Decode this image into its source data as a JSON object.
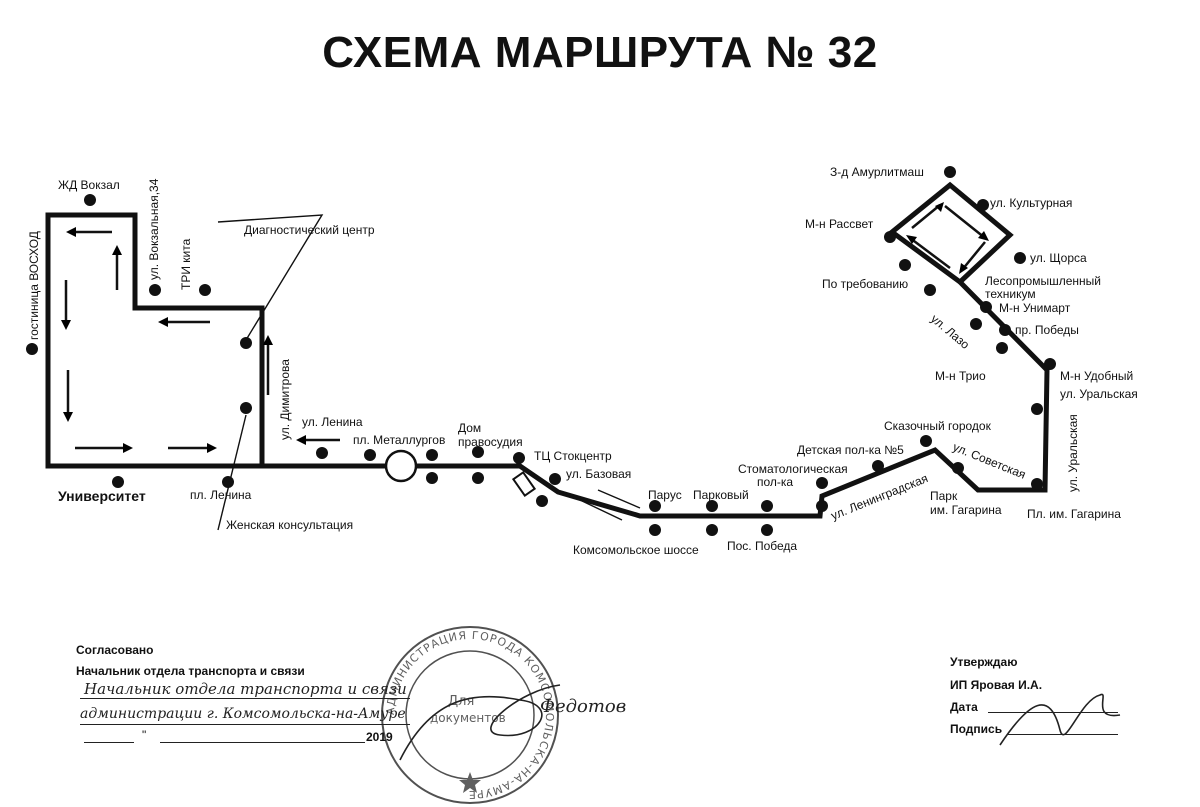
{
  "title": "СХЕМА МАРШРУТА № 32",
  "stops": {
    "zhd_vokzal": "ЖД Вокзал",
    "vokzalnaya": "ул. Вокзальная,34",
    "tri_kita": "ТРИ кита",
    "diag_center": "Диагностический центр",
    "voshod": "гостиница ВОСХОД",
    "dimitrova": "ул. Димитрова",
    "lenina_street": "ул. Ленина",
    "universitet": "Университет",
    "pl_lenina": "пл. Ленина",
    "zhensk": "Женская консультация",
    "metallurgov": "пл. Металлургов",
    "dom_pravosudia_1": "Дом",
    "dom_pravosudia_2": "правосудия",
    "tc_stokcentr": "ТЦ Стокцентр",
    "bazovaya": "ул. Базовая",
    "parus": "Парус",
    "parkoviy": "Парковый",
    "komsomolskoe": "Комсомольское шоссе",
    "pos_pobeda": "Пос. Победа",
    "stomat_1": "Стоматологическая",
    "stomat_2": "пол-ка",
    "detskaya": "Детская пол-ка №5",
    "leningradskaya": "ул. Ленинградская",
    "skazochny": "Сказочный городок",
    "sovetskaya": "ул. Советская",
    "park_gagarina_1": "Парк",
    "park_gagarina_2": "им. Гагарина",
    "pl_gagarina": "Пл. им. Гагарина",
    "uralskaya_v": "ул. Уральская",
    "uralskaya": "ул. Уральская",
    "udobny": "М-н Удобный",
    "trio": "М-н Трио",
    "lazo": "ул. Лазо",
    "pr_pobedy": "пр. Победы",
    "unimart": "М-н Унимарт",
    "lesoprom_1": "Лесопромышленный",
    "lesoprom_2": "техникум",
    "po_trebovaniyu": "По требованию",
    "rassvet": "М-н Рассвет",
    "amurlitmash": "З-д Амурлитмаш",
    "kulturnaya": "ул. Культурная",
    "shchorsa": "ул. Щорса"
  },
  "footer": {
    "agreed": "Согласовано",
    "head_transport": "Начальник отдела транспорта и связи",
    "hand_line1": "Начальник отдела транспорта и связи",
    "hand_line2": "администрации г. Комсомольска-на-Амуре",
    "hand_name": "Федотов",
    "date_quote": "\"",
    "year": "2019",
    "approve": "Утверждаю",
    "ip_name": "ИП Яровая И.А.",
    "date_label": "Дата",
    "sign_label": "Подпись"
  },
  "stamp": {
    "ring_text": "АДМИНИСТРАЦИЯ ГОРОДА КОМСОМОЛЬСКА-НА-АМУРЕ",
    "center_1": "Для",
    "center_2": "документов"
  }
}
